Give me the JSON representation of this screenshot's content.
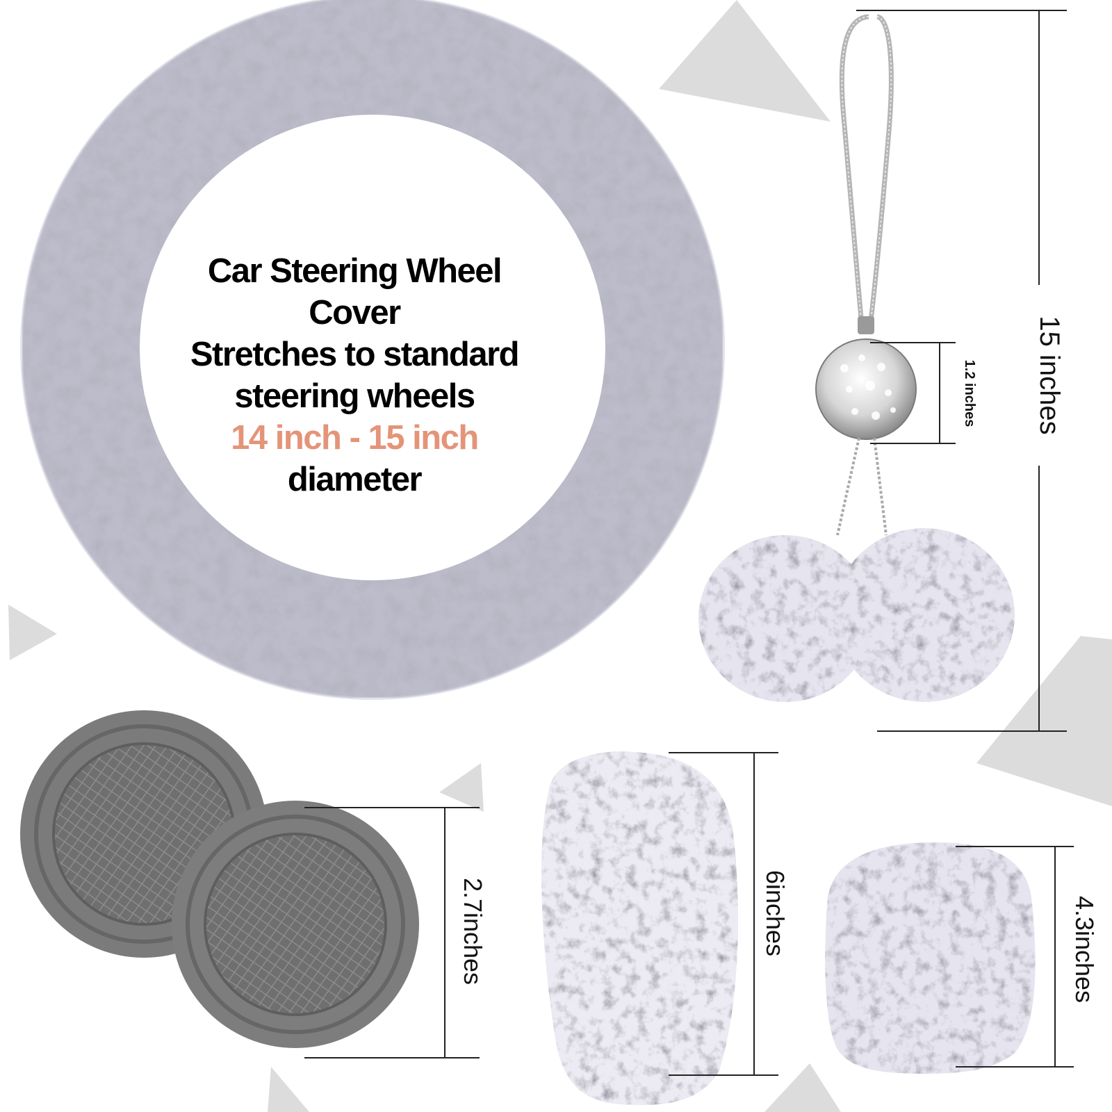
{
  "steering_wheel": {
    "lines": [
      "Car Steering Wheel",
      "Cover",
      "Stretches to standard",
      "steering wheels"
    ],
    "size_range": "14 inch - 15 inch",
    "last_line": "diameter"
  },
  "dimensions": {
    "ornament_total": "15 inches",
    "ball": "1.2 inches",
    "coaster": "2.7inches",
    "shift_cover": "6inches",
    "knob_cover": "4.3inches"
  },
  "colors": {
    "accent": "#e49478",
    "fur": "#b9b8c8",
    "coaster": "#7b7b7b",
    "triangles": "#dcdcdc"
  }
}
